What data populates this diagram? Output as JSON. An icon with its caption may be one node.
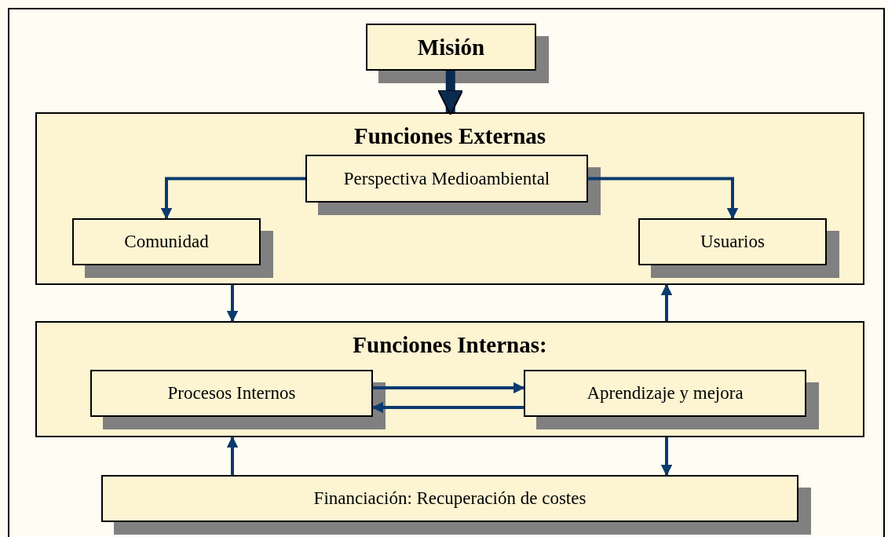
{
  "diagram": {
    "nodes": [
      {
        "text": [
          "Misión"
        ]
      },
      {
        "text": [
          "Funciones Externas"
        ]
      },
      {
        "text": [
          "Perspectiva Medioambiental"
        ],
        "in": 1
      },
      {
        "text": [
          "Comunidad"
        ],
        "in": 1
      },
      {
        "text": [
          "Usuarios"
        ],
        "in": 1
      },
      {
        "text": [
          "Funciones Internas:"
        ]
      },
      {
        "text": [
          "Procesos Internos"
        ],
        "in": 5
      },
      {
        "text": [
          "Aprendizaje y mejora"
        ],
        "in": 5
      },
      {
        "text": [
          "Financiación: Recuperación de costes"
        ]
      }
    ],
    "edges": [
      {
        "from": 0,
        "to": 1,
        "arrow": "to",
        "style": "thick"
      },
      {
        "from": 2,
        "to": 3,
        "arrow": "to"
      },
      {
        "from": 2,
        "to": 4,
        "arrow": "to"
      },
      {
        "from": 1,
        "to": 5,
        "arrow": "to"
      },
      {
        "from": 5,
        "to": 1,
        "arrow": "to"
      },
      {
        "from": 6,
        "to": 7,
        "arrow": "to"
      },
      {
        "from": 7,
        "to": 6,
        "arrow": "to"
      },
      {
        "from": 8,
        "to": 5,
        "arrow": "to"
      },
      {
        "from": 5,
        "to": 8,
        "arrow": "to"
      }
    ]
  }
}
